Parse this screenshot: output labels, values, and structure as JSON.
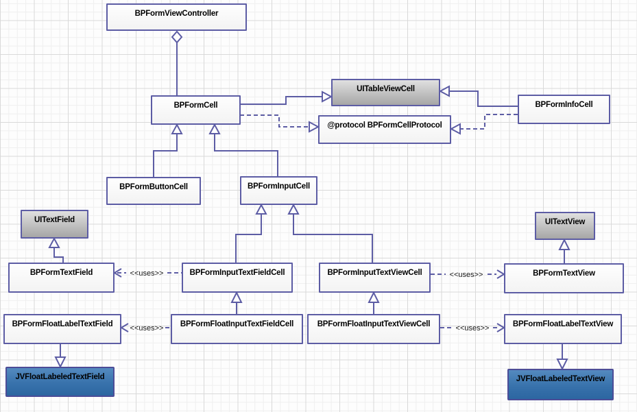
{
  "diagram": {
    "uses_label": "<<uses>>",
    "nodes": [
      {
        "id": "BPFormViewController",
        "label": "BPFormViewController",
        "kind": "class"
      },
      {
        "id": "BPFormCell",
        "label": "BPFormCell",
        "kind": "class"
      },
      {
        "id": "UITableViewCell",
        "label": "UITableViewCell",
        "kind": "uikit-class"
      },
      {
        "id": "BPFormCellProtocol",
        "label": "@protocol BPFormCellProtocol",
        "kind": "protocol"
      },
      {
        "id": "BPFormInfoCell",
        "label": "BPFormInfoCell",
        "kind": "class"
      },
      {
        "id": "BPFormButtonCell",
        "label": "BPFormButtonCell",
        "kind": "class"
      },
      {
        "id": "BPFormInputCell",
        "label": "BPFormInputCell",
        "kind": "class"
      },
      {
        "id": "UITextField",
        "label": "UITextField",
        "kind": "uikit-class"
      },
      {
        "id": "UITextView",
        "label": "UITextView",
        "kind": "uikit-class"
      },
      {
        "id": "BPFormTextField",
        "label": "BPFormTextField",
        "kind": "class"
      },
      {
        "id": "BPFormInputTextFieldCell",
        "label": "BPFormInputTextFieldCell",
        "kind": "class"
      },
      {
        "id": "BPFormInputTextViewCell",
        "label": "BPFormInputTextViewCell",
        "kind": "class"
      },
      {
        "id": "BPFormTextView",
        "label": "BPFormTextView",
        "kind": "class"
      },
      {
        "id": "BPFormFloatLabelTextField",
        "label": "BPFormFloatLabelTextField",
        "kind": "class"
      },
      {
        "id": "BPFormFloatInputTextFieldCell",
        "label": "BPFormFloatInputTextFieldCell",
        "kind": "class"
      },
      {
        "id": "BPFormFloatInputTextViewCell",
        "label": "BPFormFloatInputTextViewCell",
        "kind": "class"
      },
      {
        "id": "BPFormFloatLabelTextView",
        "label": "BPFormFloatLabelTextView",
        "kind": "class"
      },
      {
        "id": "JVFloatLabeledTextField",
        "label": "JVFloatLabeledTextField",
        "kind": "third-party-class"
      },
      {
        "id": "JVFloatLabeledTextView",
        "label": "JVFloatLabeledTextView",
        "kind": "third-party-class"
      }
    ],
    "relations": [
      {
        "from": "BPFormViewController",
        "to": "BPFormCell",
        "type": "aggregation"
      },
      {
        "from": "BPFormCell",
        "to": "UITableViewCell",
        "type": "inheritance"
      },
      {
        "from": "BPFormCell",
        "to": "BPFormCellProtocol",
        "type": "realization"
      },
      {
        "from": "BPFormInfoCell",
        "to": "UITableViewCell",
        "type": "inheritance"
      },
      {
        "from": "BPFormInfoCell",
        "to": "BPFormCellProtocol",
        "type": "realization"
      },
      {
        "from": "BPFormButtonCell",
        "to": "BPFormCell",
        "type": "inheritance"
      },
      {
        "from": "BPFormInputCell",
        "to": "BPFormCell",
        "type": "inheritance"
      },
      {
        "from": "BPFormTextField",
        "to": "UITextField",
        "type": "inheritance"
      },
      {
        "from": "BPFormInputTextFieldCell",
        "to": "BPFormInputCell",
        "type": "inheritance"
      },
      {
        "from": "BPFormInputTextViewCell",
        "to": "BPFormInputCell",
        "type": "inheritance"
      },
      {
        "from": "BPFormTextView",
        "to": "UITextView",
        "type": "inheritance"
      },
      {
        "from": "BPFormInputTextFieldCell",
        "to": "BPFormTextField",
        "type": "uses"
      },
      {
        "from": "BPFormInputTextViewCell",
        "to": "BPFormTextView",
        "type": "uses"
      },
      {
        "from": "BPFormFloatInputTextFieldCell",
        "to": "BPFormInputTextFieldCell",
        "type": "inheritance"
      },
      {
        "from": "BPFormFloatInputTextViewCell",
        "to": "BPFormInputTextViewCell",
        "type": "inheritance"
      },
      {
        "from": "BPFormFloatInputTextFieldCell",
        "to": "BPFormFloatLabelTextField",
        "type": "uses"
      },
      {
        "from": "BPFormFloatInputTextViewCell",
        "to": "BPFormFloatLabelTextView",
        "type": "uses"
      },
      {
        "from": "BPFormFloatLabelTextField",
        "to": "JVFloatLabeledTextField",
        "type": "inheritance"
      },
      {
        "from": "BPFormFloatLabelTextView",
        "to": "JVFloatLabeledTextView",
        "type": "inheritance"
      }
    ],
    "colors": {
      "accent_purple": "#5c5ca4",
      "class_fill": "#f9f9f9",
      "uikit_gray_top": "#e0e0e0",
      "uikit_gray_bottom": "#a6a6a6",
      "jv_blue_top": "#548abf",
      "jv_blue_bottom": "#2c66a1",
      "grid_minor": "#efefef",
      "grid_major": "#d9d9d9",
      "text": "#000000"
    }
  }
}
